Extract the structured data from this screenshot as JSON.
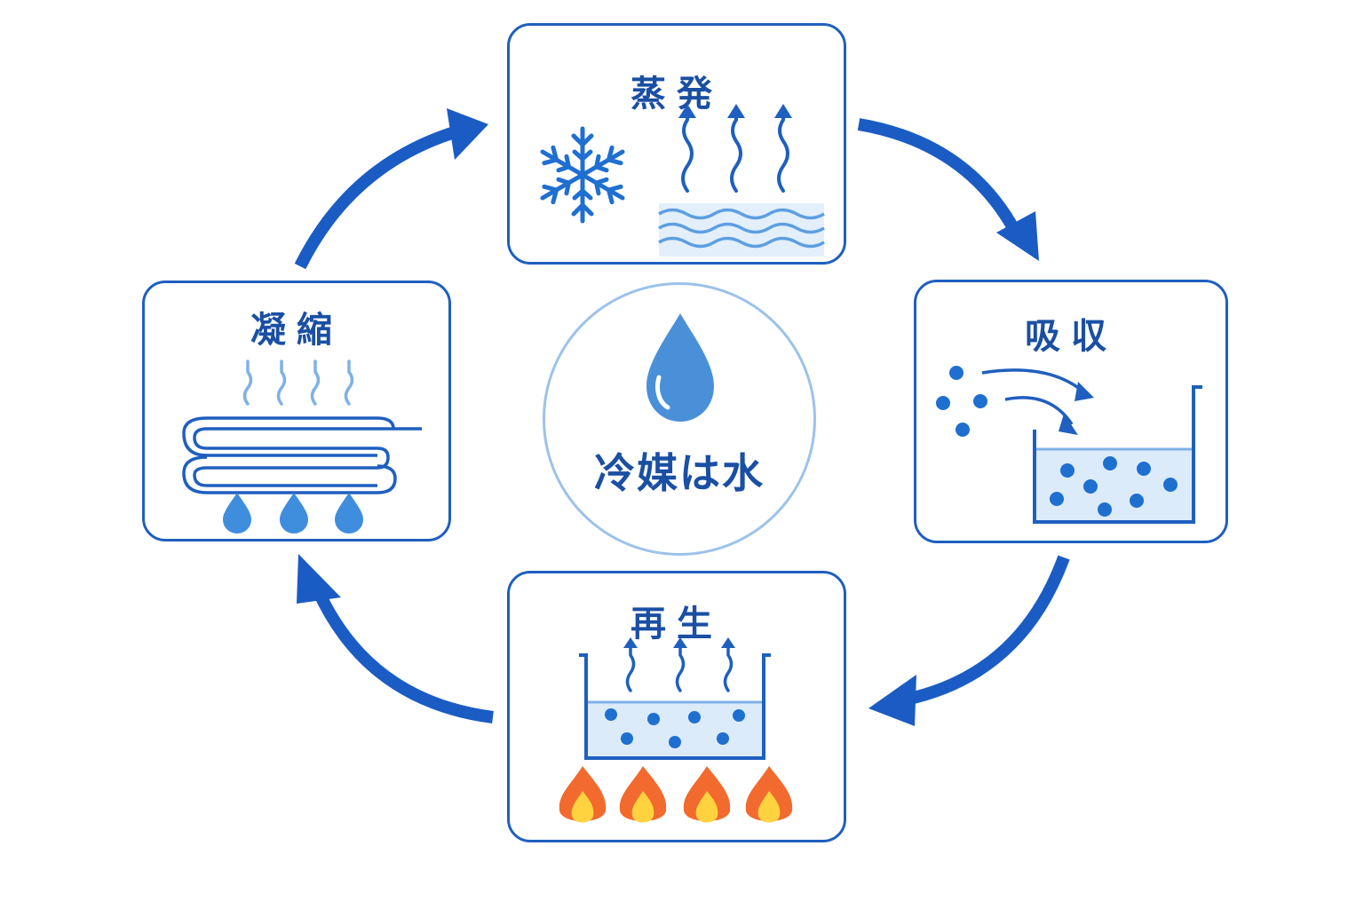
{
  "center": {
    "label": "冷媒は水"
  },
  "steps": {
    "evaporation": {
      "title": "蒸発"
    },
    "absorption": {
      "title": "吸収"
    },
    "regeneration": {
      "title": "再生"
    },
    "condensation": {
      "title": "凝縮"
    }
  },
  "colors": {
    "primary": "#1f5fbf",
    "light_blue": "#4a90d9",
    "pale_blue": "#dcebfa",
    "flame_outer": "#f26a2e",
    "flame_inner": "#ffd23f"
  },
  "icons": {
    "evaporation": [
      "snowflake-icon",
      "rising-vapor-icon",
      "water-waves-icon"
    ],
    "absorption": [
      "particles-icon",
      "curved-arrows-icon",
      "solution-tank-icon"
    ],
    "regeneration": [
      "rising-vapor-icon",
      "solution-tank-icon",
      "flame-icon"
    ],
    "condensation": [
      "rising-vapor-icon",
      "coil-pipe-icon",
      "water-drop-icon"
    ],
    "center": [
      "water-drop-icon"
    ]
  }
}
